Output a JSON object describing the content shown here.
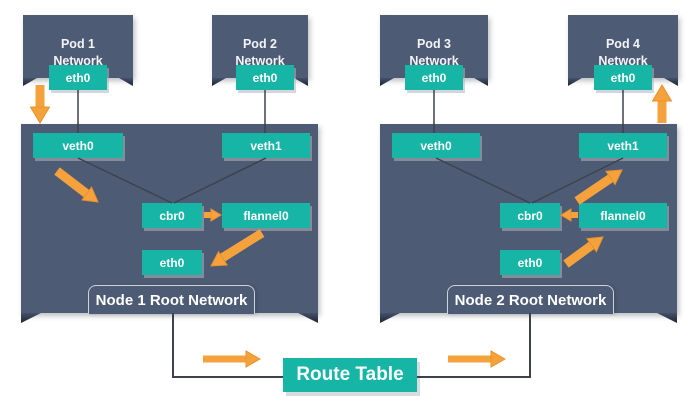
{
  "pods": [
    {
      "line1": "Pod 1",
      "line2": "Network",
      "eth": "eth0"
    },
    {
      "line1": "Pod 2",
      "line2": "Network",
      "eth": "eth0"
    },
    {
      "line1": "Pod 3",
      "line2": "Network",
      "eth": "eth0"
    },
    {
      "line1": "Pod 4",
      "line2": "Network",
      "eth": "eth0"
    }
  ],
  "nodes": [
    {
      "label": "Node 1 Root Network",
      "veth0": "veth0",
      "veth1": "veth1",
      "cbr0": "cbr0",
      "flannel0": "flannel0",
      "eth0": "eth0"
    },
    {
      "label": "Node 2 Root Network",
      "veth0": "veth0",
      "veth1": "veth1",
      "cbr0": "cbr0",
      "flannel0": "flannel0",
      "eth0": "eth0"
    }
  ],
  "route_table": {
    "label": "Route Table"
  },
  "colors": {
    "panel_slate": "#4E5B74",
    "chip_teal": "#17B5A6",
    "arrow_orange": "#F6A23C",
    "connector_line": "#3C434E",
    "node_label_border": "#CFD4DA"
  }
}
